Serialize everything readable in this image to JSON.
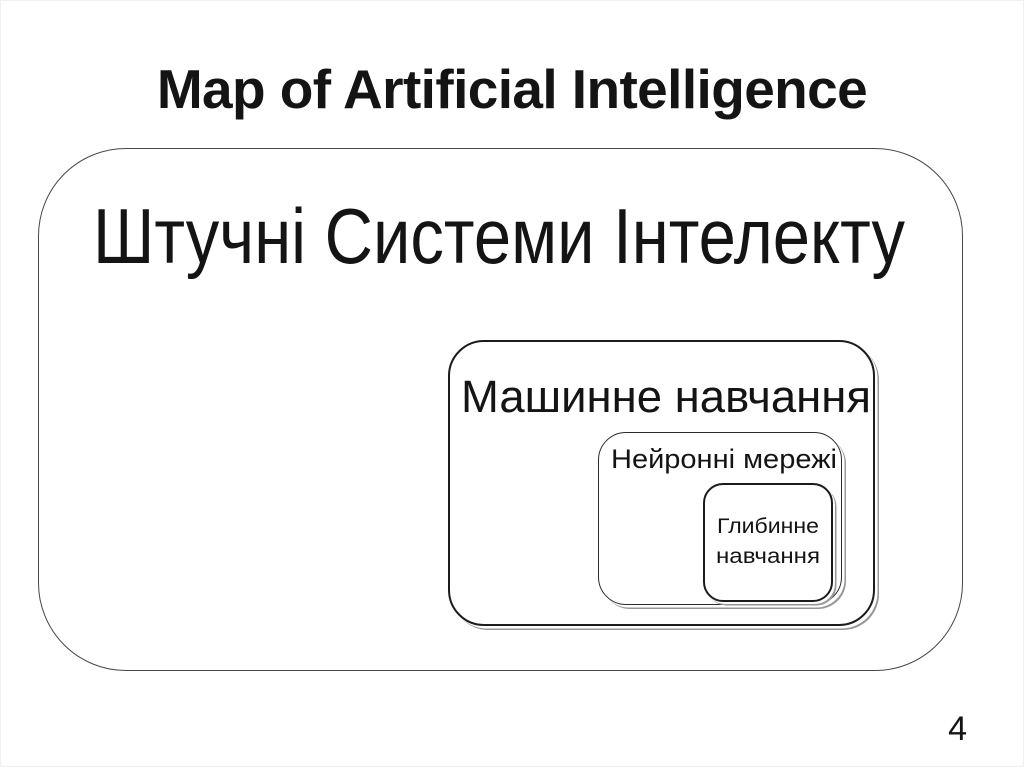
{
  "slide": {
    "title": "Map of Artificial Intelligence",
    "page_number": "4",
    "background_color": "#ffffff",
    "text_color": "#141414",
    "border_color": "#1c1c1c",
    "shadow_color": "#979797"
  },
  "diagram": {
    "type": "nested-sets",
    "root": {
      "label": "Штучні Системи Інтелекту",
      "child": {
        "label": "Машинне навчання",
        "child": {
          "label": "Нейронні мережі",
          "child": {
            "label": "Глибинне навчання",
            "lines": [
              "Глибинне",
              "навчання"
            ]
          }
        }
      }
    }
  }
}
